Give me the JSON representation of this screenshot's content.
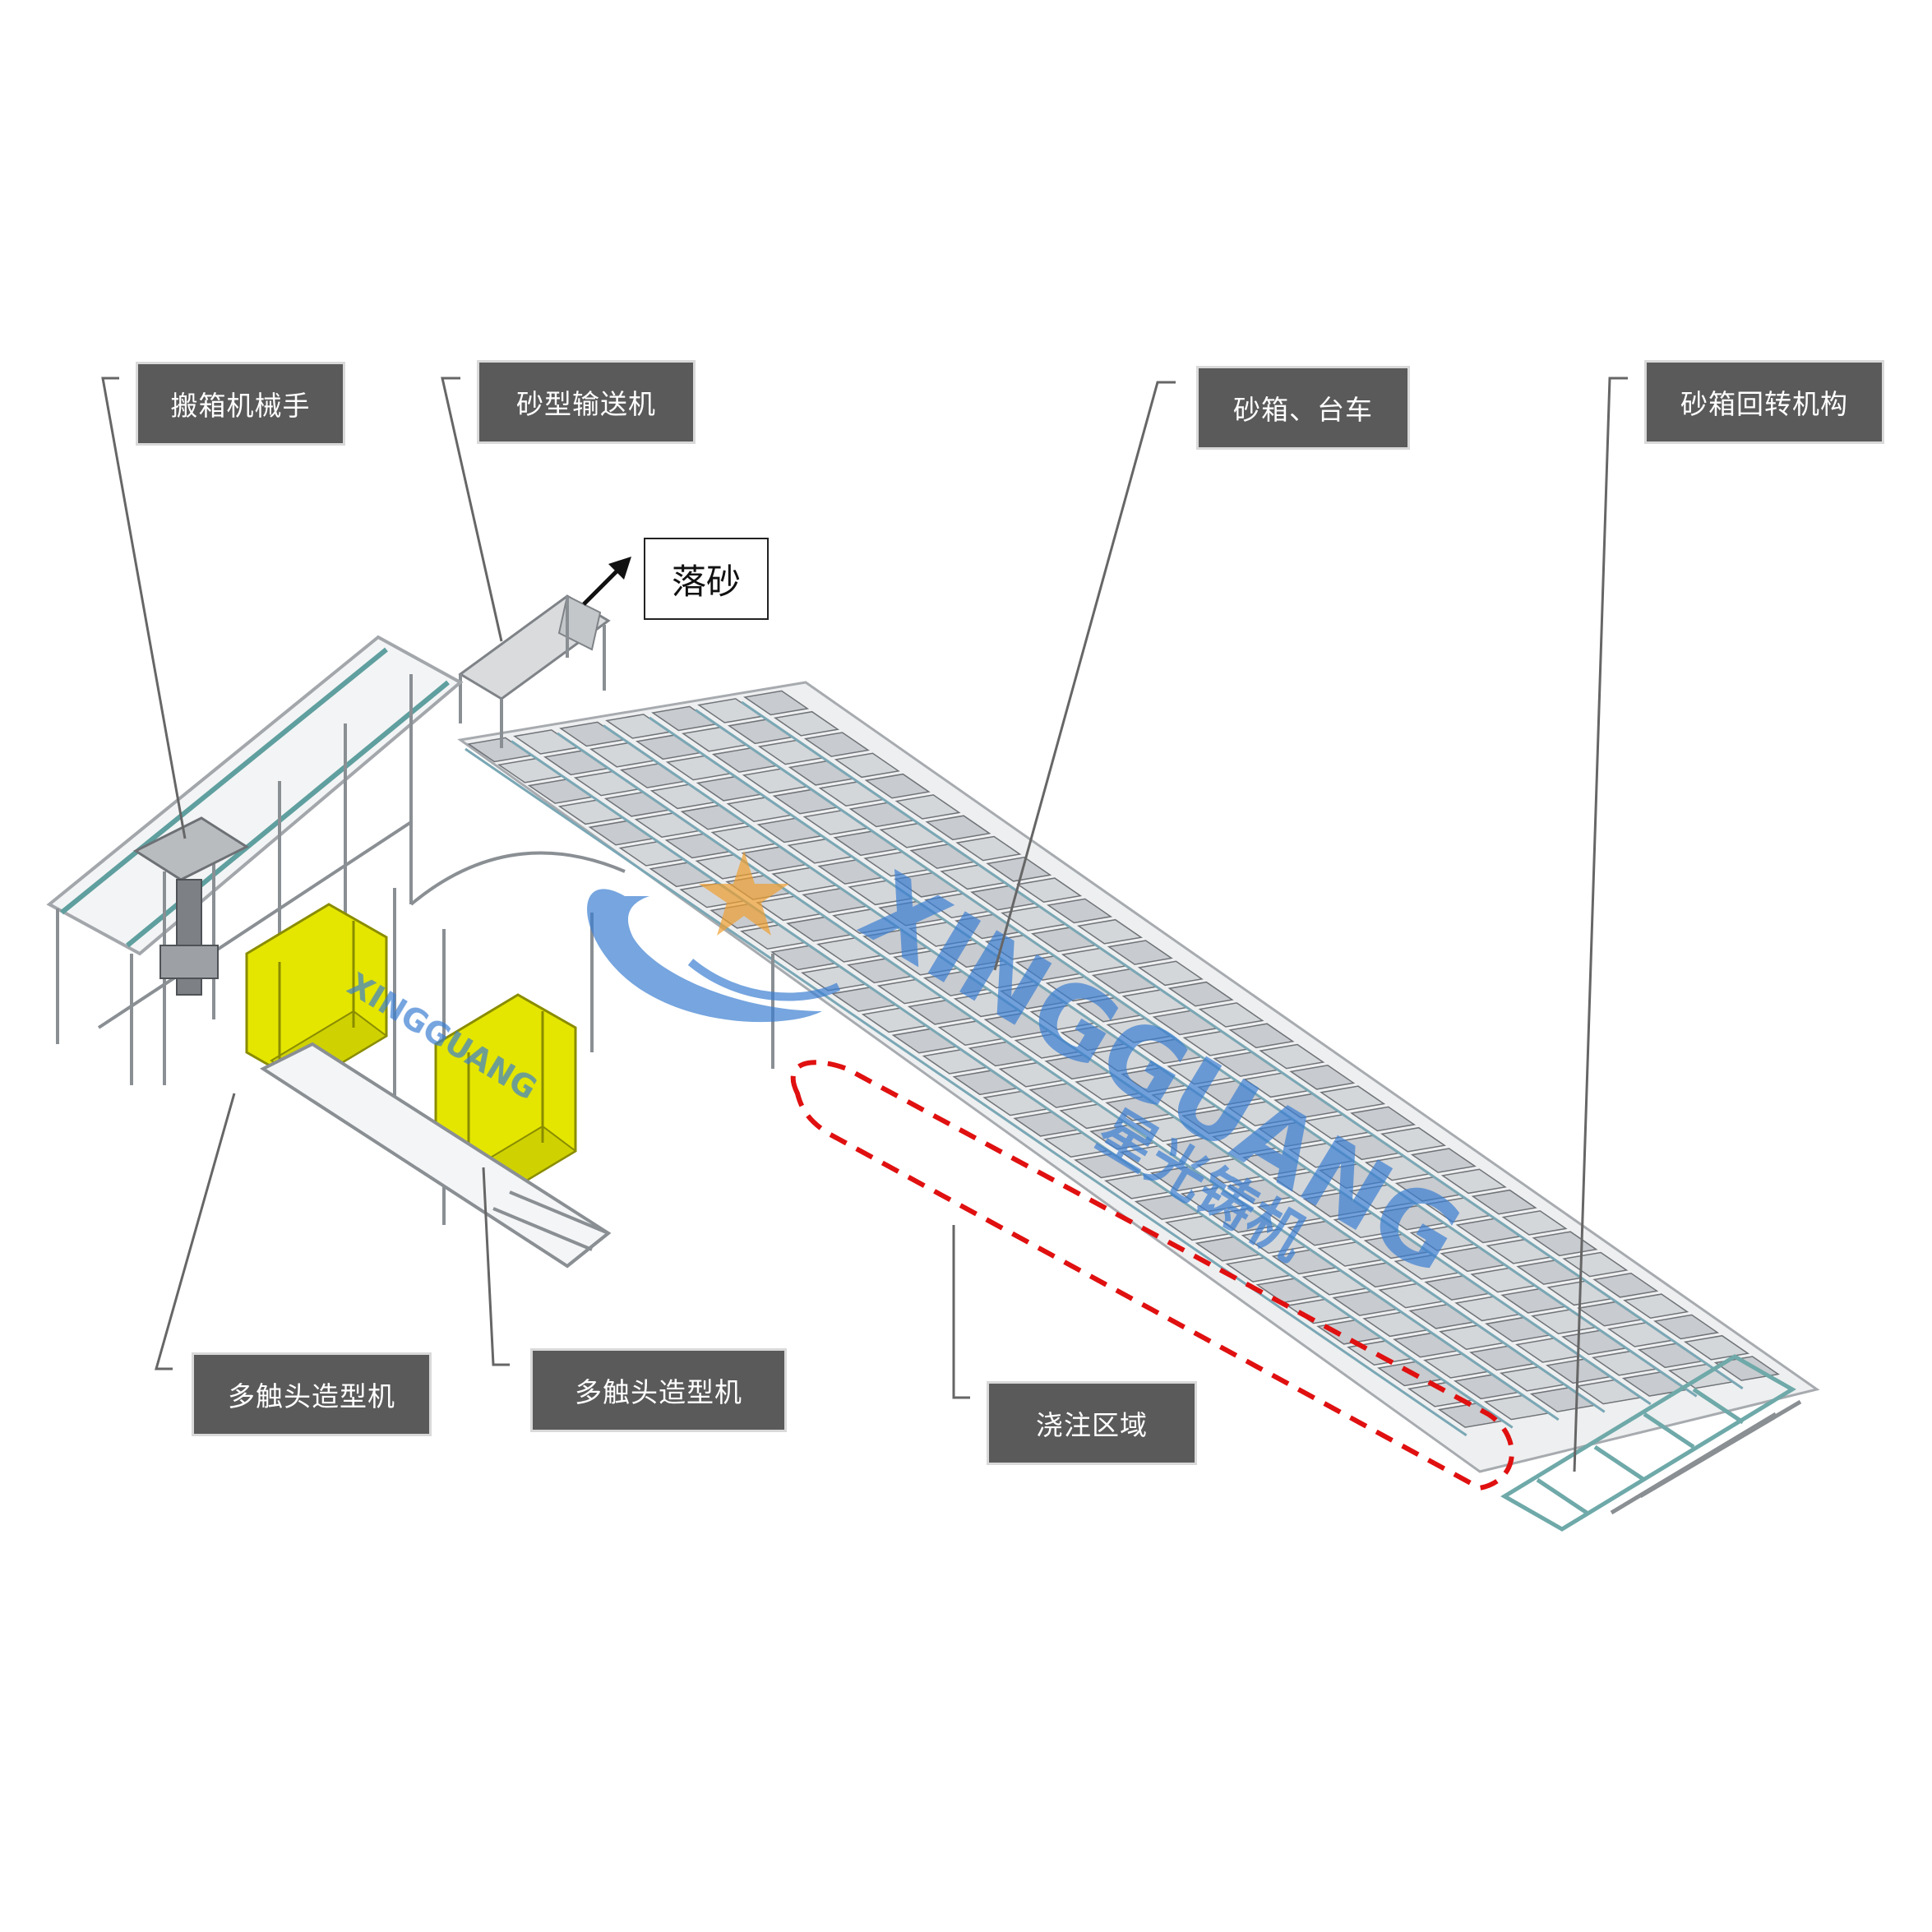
{
  "callouts": {
    "box_handling_robot": "搬箱机械手",
    "sand_conveyor": "砂型输送机",
    "flask_and_cart": "砂箱、台车",
    "flask_turning": "砂箱回转机构",
    "multi_head_molding_1": "多触头造型机",
    "multi_head_molding_2": "多触头造型机",
    "pouring_area": "浇注区域"
  },
  "flow_label": "落砂",
  "watermark": {
    "brand": "XINGGUANG",
    "brand_cn": "星光铸机",
    "mini_brand": "XINGGUANG"
  },
  "colors": {
    "callout_bg": "#5a5a5a",
    "callout_border": "#d9d9d9",
    "leader_line": "#666666",
    "molding_machine": "#e4e600",
    "pouring_outline": "#e01010",
    "equipment_line": "#8a8f94",
    "teal_frame": "#6fa9a9",
    "watermark_blue": "#3b7fd1",
    "watermark_orange": "#f0a030"
  }
}
